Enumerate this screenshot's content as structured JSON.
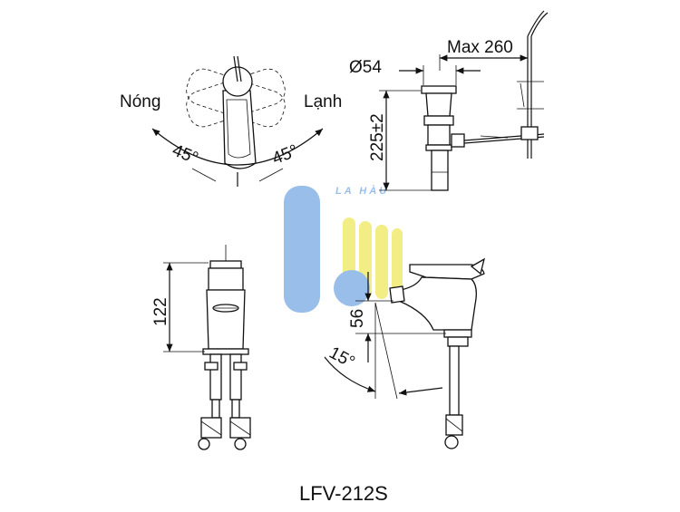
{
  "labels": {
    "hot": "Nóng",
    "cold": "Lạnh",
    "angle_left": "45°",
    "angle_right": "45°",
    "diameter": "Ø54",
    "max_length": "Max 260",
    "drain_height": "225±2",
    "faucet_height": "122",
    "spout_height": "56",
    "spout_angle": "15°",
    "model": "LFV-212S"
  },
  "watermark": {
    "text": "LA HÀU",
    "colors": {
      "blue": "#8fb8e8",
      "yellow": "#f2ec7a"
    }
  }
}
